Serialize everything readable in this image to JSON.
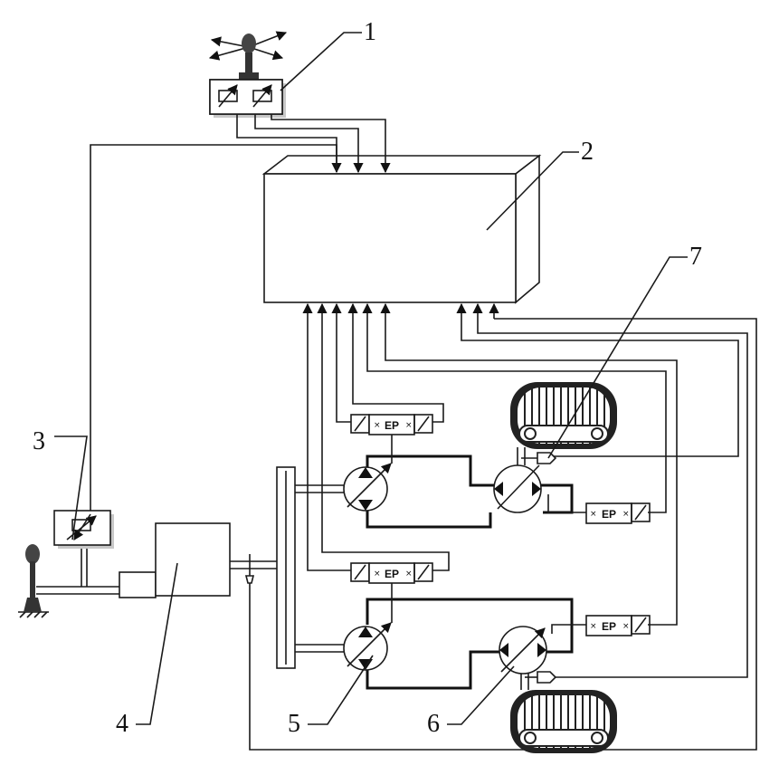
{
  "labels": {
    "l1": "1",
    "l2": "2",
    "l3": "3",
    "l4": "4",
    "l5": "5",
    "l6": "6",
    "l7": "7"
  },
  "valves": {
    "top": "EP",
    "middle": "EP",
    "right_upper": "EP",
    "right_lower": "EP"
  },
  "colors": {
    "line": "#1a1a1a",
    "background": "#ffffff"
  }
}
